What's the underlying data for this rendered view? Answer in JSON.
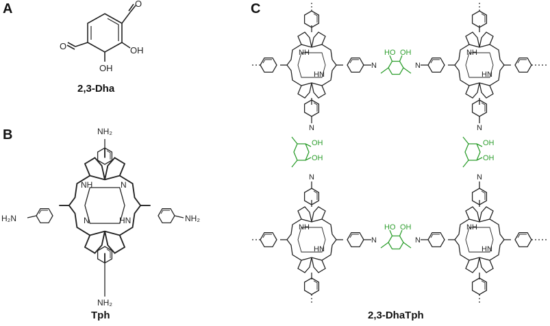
{
  "panels": {
    "a": {
      "letter": "A",
      "caption": "2,3-Dha",
      "labels": {
        "oh1": "OH",
        "oh2": "OH",
        "o1": "O",
        "o2": "O"
      }
    },
    "b": {
      "letter": "B",
      "caption": "Tph",
      "labels": {
        "nh2_top": "NH₂",
        "nh2_left": "H₂N",
        "nh2_right": "NH₂",
        "nh2_bottom": "NH₂",
        "nh1": "NH",
        "hn1": "HN",
        "n1": "N",
        "n2": "N"
      }
    },
    "c": {
      "letter": "C",
      "caption": "2,3-DhaTph",
      "labels": {
        "ho": "HO",
        "oh": "OH",
        "n": "N",
        "nh": "NH",
        "hn": "HN"
      }
    }
  },
  "colors": {
    "structure": "#222222",
    "linker_green": "#2e9e2e"
  }
}
